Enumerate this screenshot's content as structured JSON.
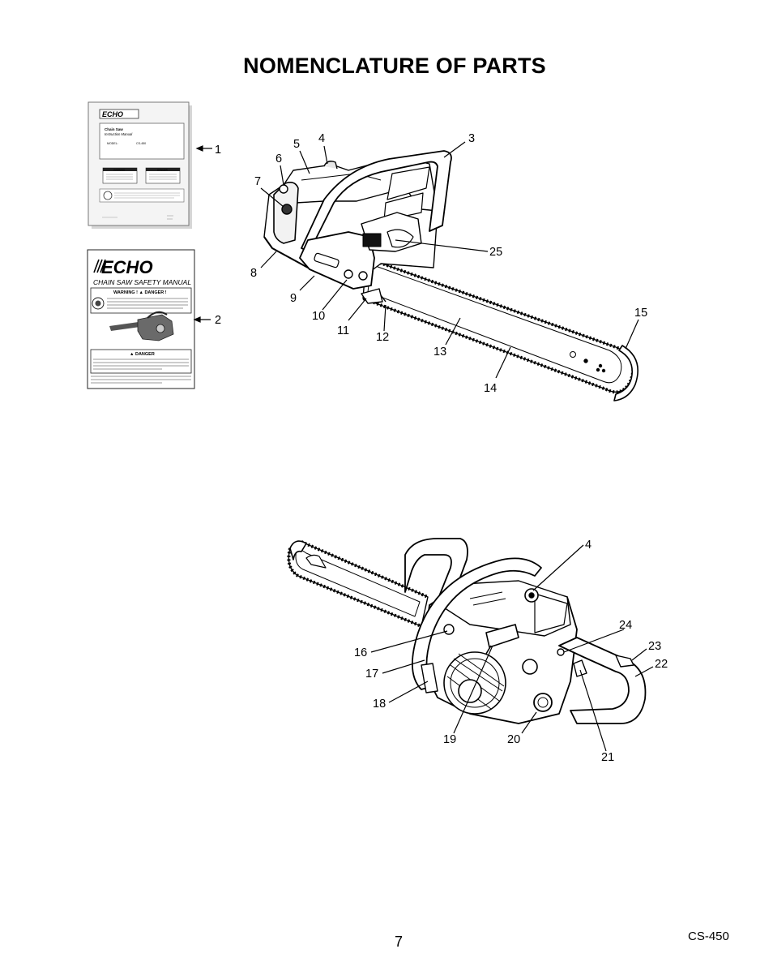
{
  "title": "NOMENCLATURE OF PARTS",
  "page_number": "7",
  "model_code": "CS-450",
  "manual_1": {
    "brand": "ECHO",
    "line1": "Chain Saw",
    "line2": "Instruction Manual",
    "model_label": "MODEL:",
    "model_value": "CS-450",
    "warning": "WARNING",
    "danger": "DANGER"
  },
  "manual_2": {
    "brand": "ECHO",
    "subtitle": "CHAIN SAW SAFETY MANUAL",
    "warning_header": "WARNING !   ▲   DANGER !",
    "danger_header": "▲ DANGER"
  },
  "callouts_top": [
    "1",
    "2",
    "3",
    "4",
    "5",
    "6",
    "7",
    "8",
    "9",
    "10",
    "11",
    "12",
    "13",
    "14",
    "15",
    "25"
  ],
  "callouts_bottom": [
    "4",
    "16",
    "17",
    "18",
    "19",
    "20",
    "21",
    "22",
    "23",
    "24"
  ]
}
